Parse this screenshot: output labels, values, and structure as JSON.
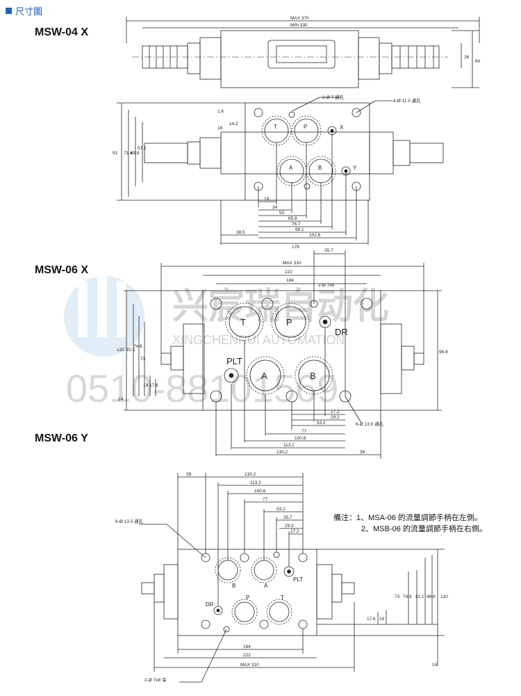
{
  "header": {
    "label": "尺寸圖"
  },
  "sections": {
    "s1": {
      "title": "MSW-04 X"
    },
    "s2": {
      "title": "MSW-06 X"
    },
    "s3": {
      "title": "MSW-06 Y"
    }
  },
  "watermark": {
    "name": "兴宸瑞自动化",
    "latin": "XINGCHENRUI AUTOMATION",
    "phone": "0510-88101569"
  },
  "note": {
    "line1": "備注：1、MSA-06 的流量調節手柄在左側。",
    "line2": "2、MSB-06 的流量調節手柄在右側。"
  },
  "msw04": {
    "dims": {
      "max": "MAX 370",
      "min": "MIN 330",
      "h26": "26",
      "h60": "60",
      "holes_small": "2-Ø 7 通孔",
      "holes_large": "4-Ø 11.5 通孔",
      "v1_6": "1.6",
      "v16": "16",
      "v14_2": "14.2",
      "v57_1": "57.1",
      "v69_8": "69.8",
      "v71_4": "71.4",
      "v91": "91",
      "h18": "18",
      "h34": "34",
      "h50": "50",
      "h65_8": "65.8",
      "h76_7": "76.7",
      "h88_1": "88.1",
      "h101_6": "101.6",
      "h38_5": "38.5",
      "h176": "176"
    },
    "ports": {
      "T": "T",
      "P": "P",
      "A": "A",
      "B": "B",
      "X": "X",
      "Y": "Y"
    }
  },
  "msw06x": {
    "dims": {
      "d35_7": "35.7",
      "max": "MAX 310",
      "d222": "222",
      "d184": "184",
      "holes_small": "2-Ø 7x8",
      "v120": "120",
      "v92_1": "92.1",
      "v74_6": "74.6",
      "v73": "73",
      "v19": "19",
      "v17_6": "17.6",
      "v14": "14",
      "v96_8": "96.8",
      "d17_2": "17.2",
      "d29_2": "29.2",
      "d53_2": "53.2",
      "d77": "77",
      "d100_8": "100.8",
      "d113_2": "113.2",
      "d130_2": "130.2",
      "d39": "39",
      "holes_large": "6-Ø 13.5 通孔"
    },
    "ports": {
      "T": "T",
      "P": "P",
      "DR": "DR",
      "PLT": "PLT",
      "A": "A",
      "B": "B"
    }
  },
  "msw06y": {
    "dims": {
      "d39": "39",
      "d130_2": "130.2",
      "d113_2": "113.2",
      "d100_8": "100.8",
      "d77": "77",
      "d53_2": "53.2",
      "d35_7": "35.7",
      "d29_2": "29.2",
      "d17_2": "17.2",
      "holes_large": "6-Ø 13.5 通孔",
      "v73": "73",
      "v74_6": "74.6",
      "v92_1": "92.1",
      "v96_8": "96.8",
      "v120": "120",
      "v17_6": "17.6",
      "v19": "19",
      "d184": "184",
      "d222": "222",
      "max": "MAX 310",
      "v14": "14",
      "holes_small": "2-Ø 7x8 深"
    },
    "ports": {
      "B": "B",
      "A": "A",
      "PLT": "PLT",
      "DR": "DR",
      "P": "P",
      "T": "T"
    }
  }
}
